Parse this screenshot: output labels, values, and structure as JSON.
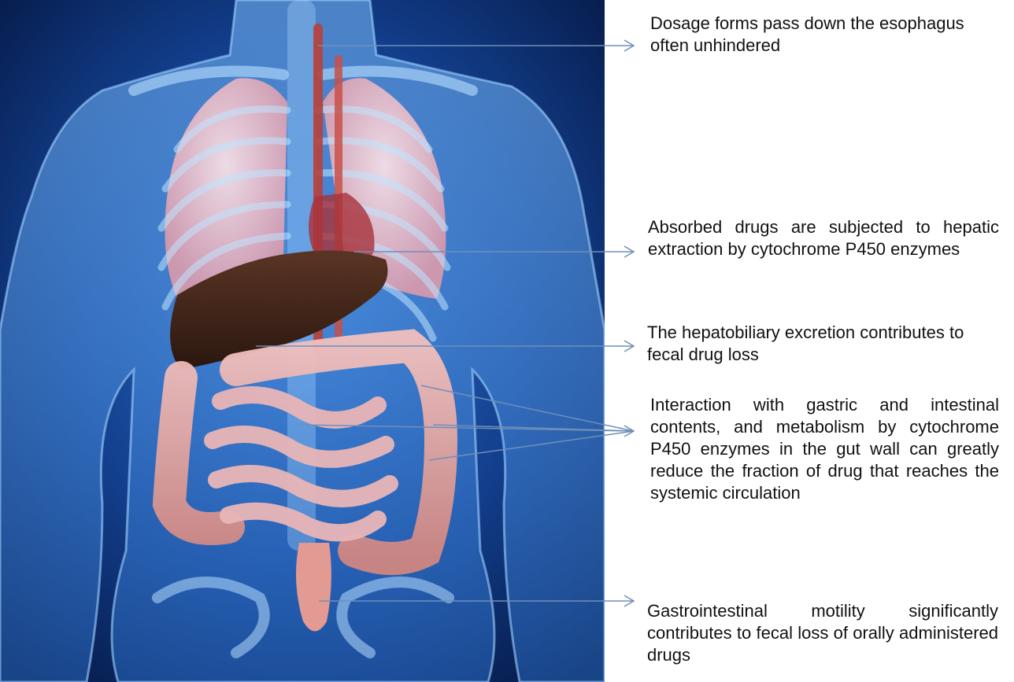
{
  "annotations": [
    {
      "id": "esophagus",
      "text": "Dosage forms pass down the esophagus often unhindered"
    },
    {
      "id": "liver",
      "text": "Absorbed drugs are subjected to hepatic extraction by cytochrome P450 enzymes"
    },
    {
      "id": "hepatobiliary",
      "text": "The hepatobiliary excretion contributes to fecal drug loss"
    },
    {
      "id": "gut",
      "text": "Interaction with gastric and intestinal contents, and metabolism by cytochrome P450 enzymes in the gut wall can greatly reduce the fraction of drug that reaches the systemic circulation"
    },
    {
      "id": "motility",
      "text": "Gastrointestinal motility significantly contributes to fecal loss of orally administered drugs"
    }
  ],
  "colors": {
    "background": "#0a2a6e",
    "body_glow": "#3f8fe0",
    "lung": "#f2c4cf",
    "liver": "#3d241a",
    "intestine": "#e8a8a6",
    "vessel": "#c0413a",
    "leader_line": "#6f8fb8"
  }
}
